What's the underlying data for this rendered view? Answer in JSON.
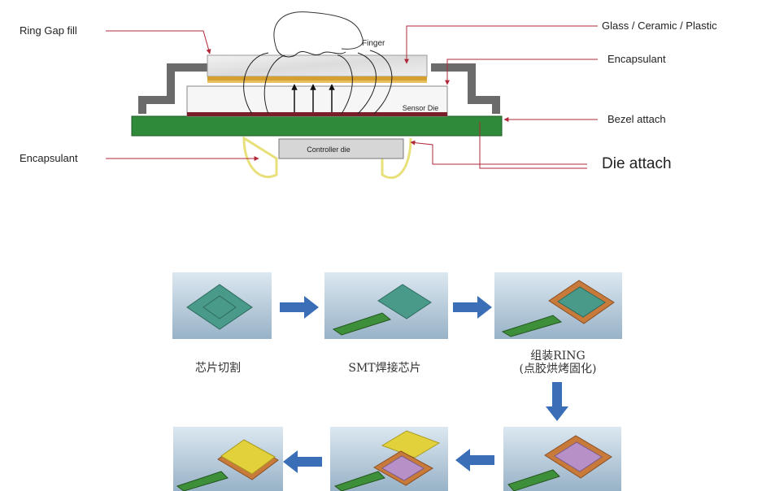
{
  "cross_section": {
    "labels": {
      "ring_gap_fill": "Ring Gap fill",
      "glass": "Glass / Ceramic / Plastic",
      "encapsulant_top": "Encapsulant",
      "bezel_attach": "Bezel attach",
      "encapsulant_left": "Encapsulant",
      "die_attach": "Die attach",
      "finger": "Finger",
      "sensor_die": "Sensor Die",
      "controller_die": "Controller die"
    },
    "colors": {
      "pcb": "#2f8a3a",
      "bezel": "#6b6b6b",
      "leader": "#b0283a",
      "encapsulant_glow": "#e8e07a",
      "gold_layer": "#d6a030"
    }
  },
  "process_flow": {
    "steps": [
      {
        "label": "芯片切割"
      },
      {
        "label": "SMT焊接芯片"
      },
      {
        "label": "组装RING",
        "sublabel": "(点胶烘烤固化)"
      },
      {
        "label": ""
      },
      {
        "label": ""
      },
      {
        "label": ""
      }
    ],
    "colors": {
      "panel_top": "#d9e6f0",
      "panel_bottom": "#9fb8cc",
      "arrow": "#3a6fb8",
      "chip_teal": "#4a9a8a",
      "flex": "#3e8f3a",
      "ring": "#c87a3a",
      "inner_purple": "#b890c8",
      "cover_yellow": "#e2d13a"
    }
  }
}
